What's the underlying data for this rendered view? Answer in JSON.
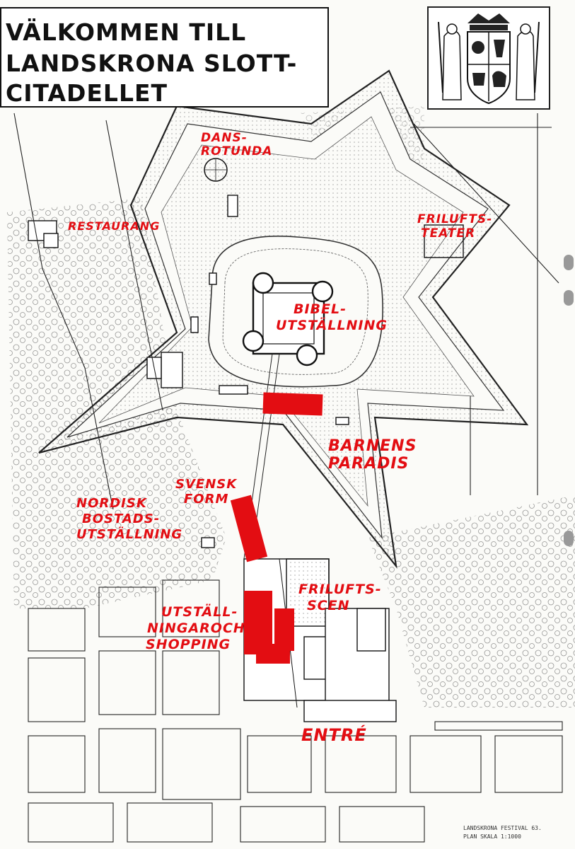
{
  "title": {
    "line1": "VÄLKOMMEN TILL",
    "line2": "LANDSKRONA SLOTT-",
    "line3": "CITADELLET"
  },
  "crest": {
    "icon": "landskrona-coat-of-arms-icon"
  },
  "labels": {
    "dans_line1": "DANS-",
    "dans_line2": "ROTUNDA",
    "restaurang": "RESTAURANG",
    "friluftsteater_line1": "FRILUFTS-",
    "friluftsteater_line2": "TEATER",
    "bibel_line1": "BIBEL-",
    "bibel_line2": "UTSTÄLLNING",
    "barnens_line1": "BARNENS",
    "barnens_line2": "PARADIS",
    "svensk_line1": "SVENSK",
    "svensk_line2": "FORM",
    "nordisk_line1": "NORDISK",
    "nordisk_line2": "BOSTADS-",
    "nordisk_line3": "UTSTÄLLNING",
    "frilufts_scen_line1": "FRILUFTS-",
    "frilufts_scen_line2": "SCEN",
    "utstall_line1": "UTSTÄLL-",
    "utstall_line2": "NINGAROCH",
    "utstall_line3": "SHOPPING",
    "entre": "ENTRÉ"
  },
  "plan_info": {
    "line1": "LANDSKRONA   FESTIVAL 63.",
    "line2": "PLAN          SKALA  1:1000"
  },
  "colors": {
    "highlight": "#e30d12",
    "ink": "#222222",
    "paper": "#fbfbf8"
  }
}
